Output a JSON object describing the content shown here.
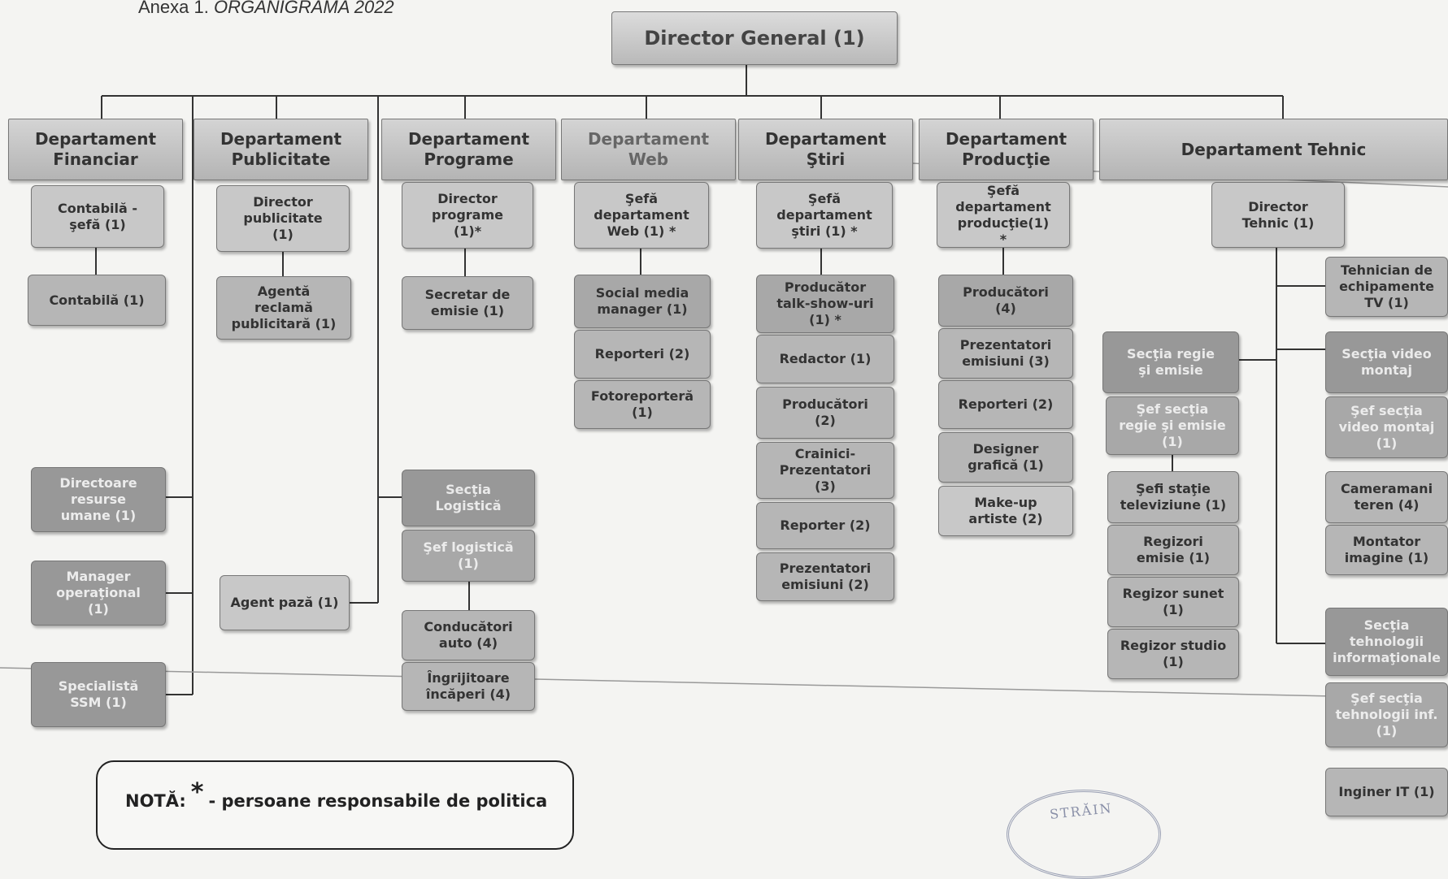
{
  "title": {
    "prefix": "Anexa 1.",
    "text": "ORGANIGRAMA 2022"
  },
  "top": "Director General (1)",
  "departments": {
    "financiar": "Departament\nFinanciar",
    "publicitate": "Departament\nPublicitate",
    "programe": "Departament\nPrograme",
    "web": "Departament\nWeb",
    "stiri": "Departament\nŞtiri",
    "productie": "Departament\nProducţie",
    "tehnic": "Departament Tehnic"
  },
  "financiar": {
    "contabila_sefa": "Contabilă -\nşefă (1)",
    "contabila": "Contabilă (1)",
    "directoare_hr": "Directoare\nresurse\numane (1)",
    "manager_op": "Manager\noperaţional\n(1)",
    "specialista_ssm": "Specialistă\nSSM (1)"
  },
  "publicitate": {
    "director": "Director\npublicitate\n(1)",
    "agenta": "Agentă\nreclamă\npublicitară (1)",
    "agent_paza": "Agent pază (1)"
  },
  "programe": {
    "director": "Director\nprograme\n(1)*",
    "secretar": "Secretar de\nemisie (1)",
    "sectia_logistica": "Secţia\nLogistică",
    "sef_logistica": "Şef logistică\n(1)",
    "conducatori": "Conducători\nauto (4)",
    "ingrijitoare": "Îngrijitoare\nîncăperi (4)"
  },
  "web": {
    "sefa": "Şefă\ndepartament\nWeb (1) *",
    "social": "Social media\nmanager (1)",
    "reporteri": "Reporteri (2)",
    "foto": "Fotoreporteră\n(1)"
  },
  "stiri": {
    "sefa": "Şefă\ndepartament\nştiri (1) *",
    "producator_ts": "Producător\ntalk-show-uri\n(1) *",
    "redactor": "Redactor (1)",
    "producatori": "Producători\n(2)",
    "crainici": "Crainici-\nPrezentatori\n(3)",
    "reporter": "Reporter (2)",
    "prezentatori": "Prezentatori\nemisiuni (2)"
  },
  "productie": {
    "sefa": "Şefă\ndepartament\nproducţie(1)\n*",
    "producatori": "Producători\n(4)",
    "prezentatori": "Prezentatori\nemisiuni (3)",
    "reporteri": "Reporteri (2)",
    "designer": "Designer\ngrafică (1)",
    "makeup": "Make-up\nartiste (2)"
  },
  "tehnic": {
    "director": "Director\nTehnic (1)",
    "tehnician": "Tehnician de\nechipamente\nTV (1)",
    "sectia_regie": "Secţia regie\nşi emisie",
    "sef_regie": "Şef secţia\nregie şi emisie\n(1)",
    "sefi_statie": "Şefi staţie\nteleviziune (1)",
    "regizori_emisie": "Regizori\nemisie (1)",
    "regizor_sunet": "Regizor sunet\n(1)",
    "regizor_studio": "Regizor studio\n(1)",
    "sectia_video": "Secţia video\nmontaj",
    "sef_video": "Şef secţia\nvideo montaj\n(1)",
    "cameramani": "Cameramani\nteren (4)",
    "montator": "Montator\nimagine (1)",
    "sectia_ti": "Secţia\ntehnologii\ninformaţionale",
    "sef_ti": "Şef secţia\ntehnologii inf.\n(1)",
    "inginer": "Inginer IT (1)"
  },
  "note": {
    "label": "NOTĂ:",
    "star": "*",
    "text": "- persoane responsabile de politica"
  },
  "stamp_text": "STRĂIN"
}
